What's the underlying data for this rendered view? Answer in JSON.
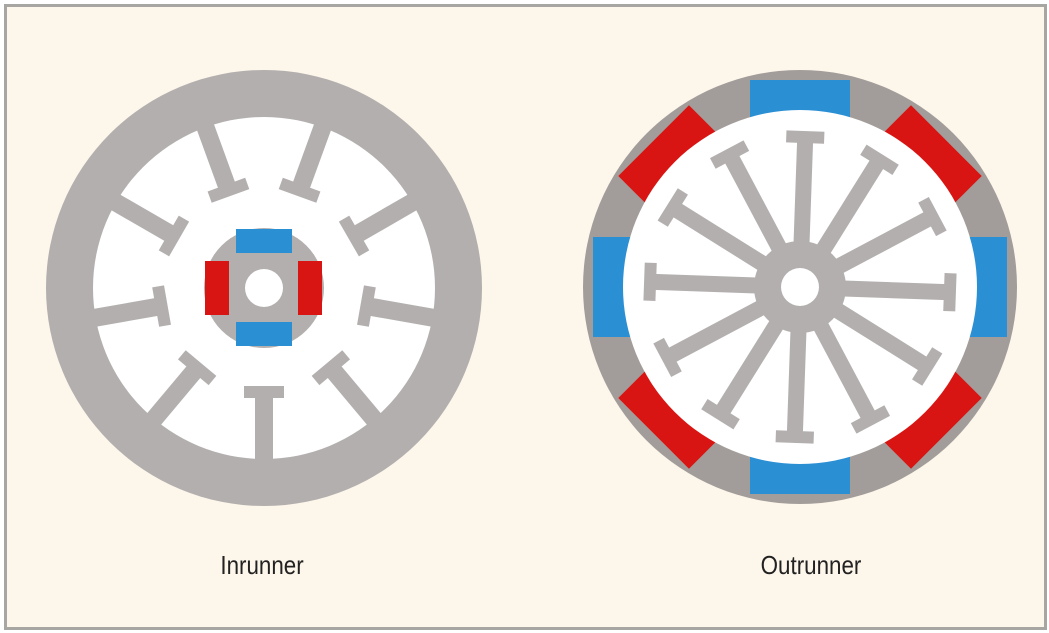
{
  "figure": {
    "labels": {
      "inrunner": "Inrunner",
      "outrunner": "Outrunner"
    },
    "colors": {
      "background": "#fdf6ea",
      "steel": "#b3afae",
      "outer_ring": "#a29d9a",
      "interior": "#ffffff",
      "magnet_north": "#d81512",
      "magnet_south": "#2b8fd4",
      "border": "#a8a6a3"
    },
    "inrunner": {
      "stator_slots": 9,
      "rotor_magnets": 4
    },
    "outrunner": {
      "stator_arms": 12,
      "rotor_magnets": 8
    }
  }
}
